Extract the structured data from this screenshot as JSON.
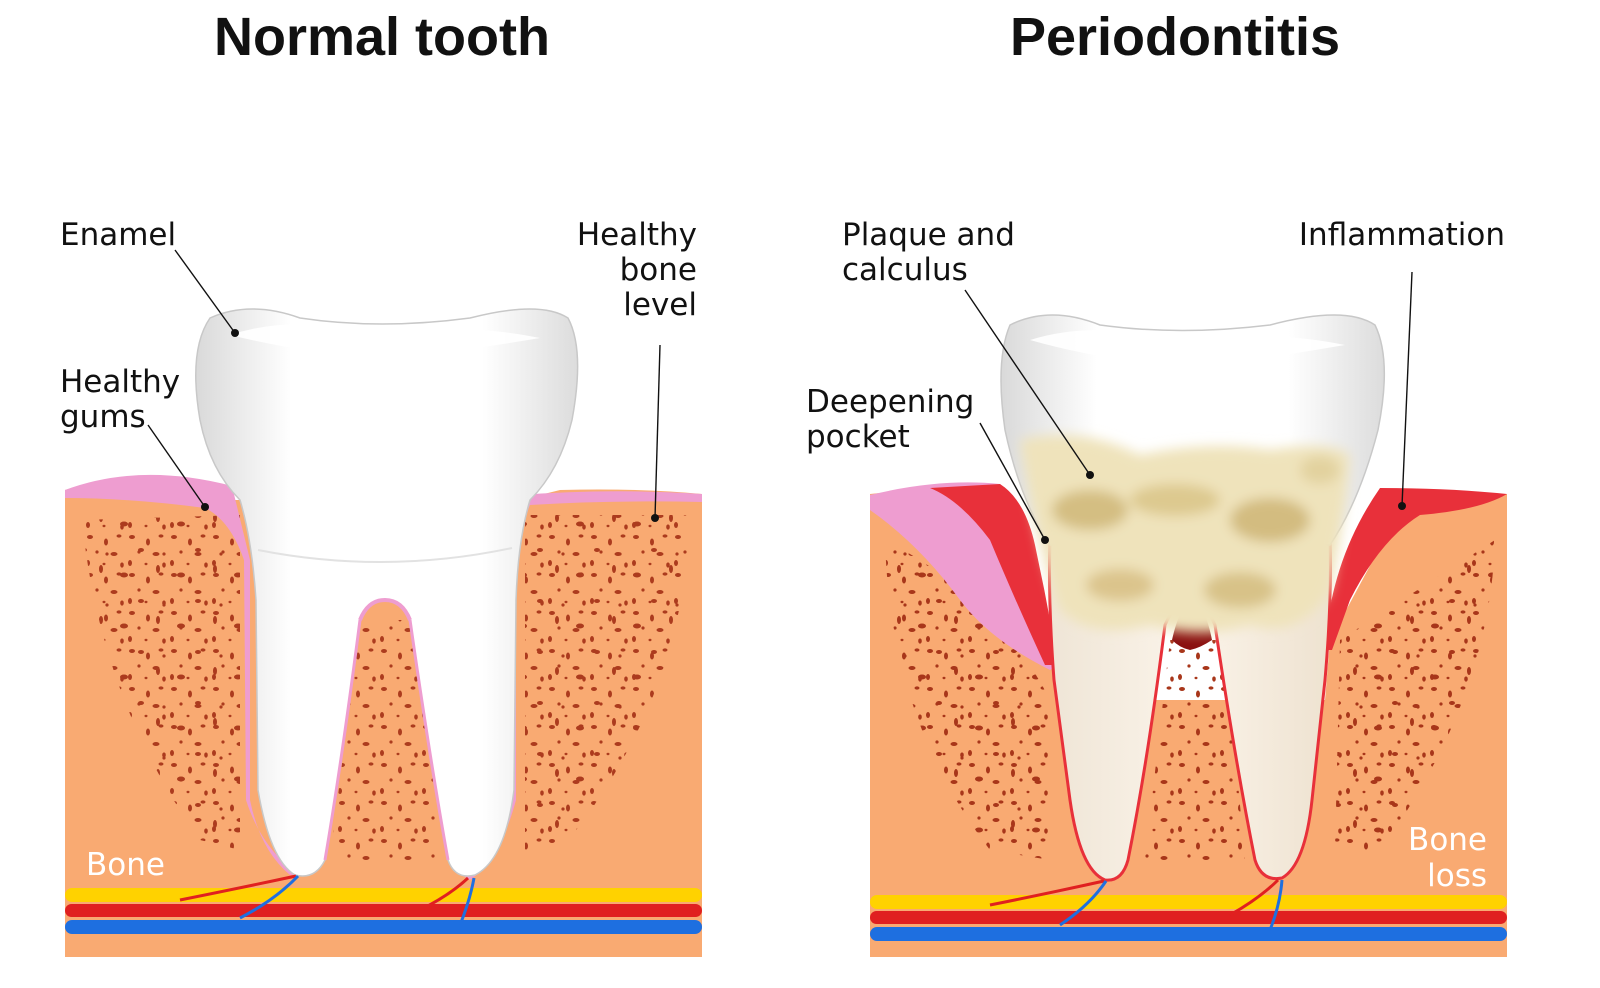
{
  "titles": {
    "normal": "Normal tooth",
    "perio": "Periodontitis"
  },
  "labels": {
    "enamel": "Enamel",
    "healthy_gums_1": "Healthy",
    "healthy_gums_2": "gums",
    "healthy_bone_1": "Healthy",
    "healthy_bone_2": "bone",
    "healthy_bone_3": "level",
    "bone": "Bone",
    "plaque_1": "Plaque and",
    "plaque_2": "calculus",
    "inflammation": "Inflammation",
    "pocket_1": "Deepening",
    "pocket_2": "pocket",
    "bone_loss_1": "Bone",
    "bone_loss_2": "loss"
  },
  "colors": {
    "bone": "#F9AA72",
    "bone_spots": "#A8361A",
    "gum_healthy": "#EE9DD0",
    "gum_inflamed": "#E8303A",
    "nerve": "#FFD200",
    "artery": "#E02020",
    "vein": "#1E6FE0",
    "plaque": "#E9DAA8"
  }
}
